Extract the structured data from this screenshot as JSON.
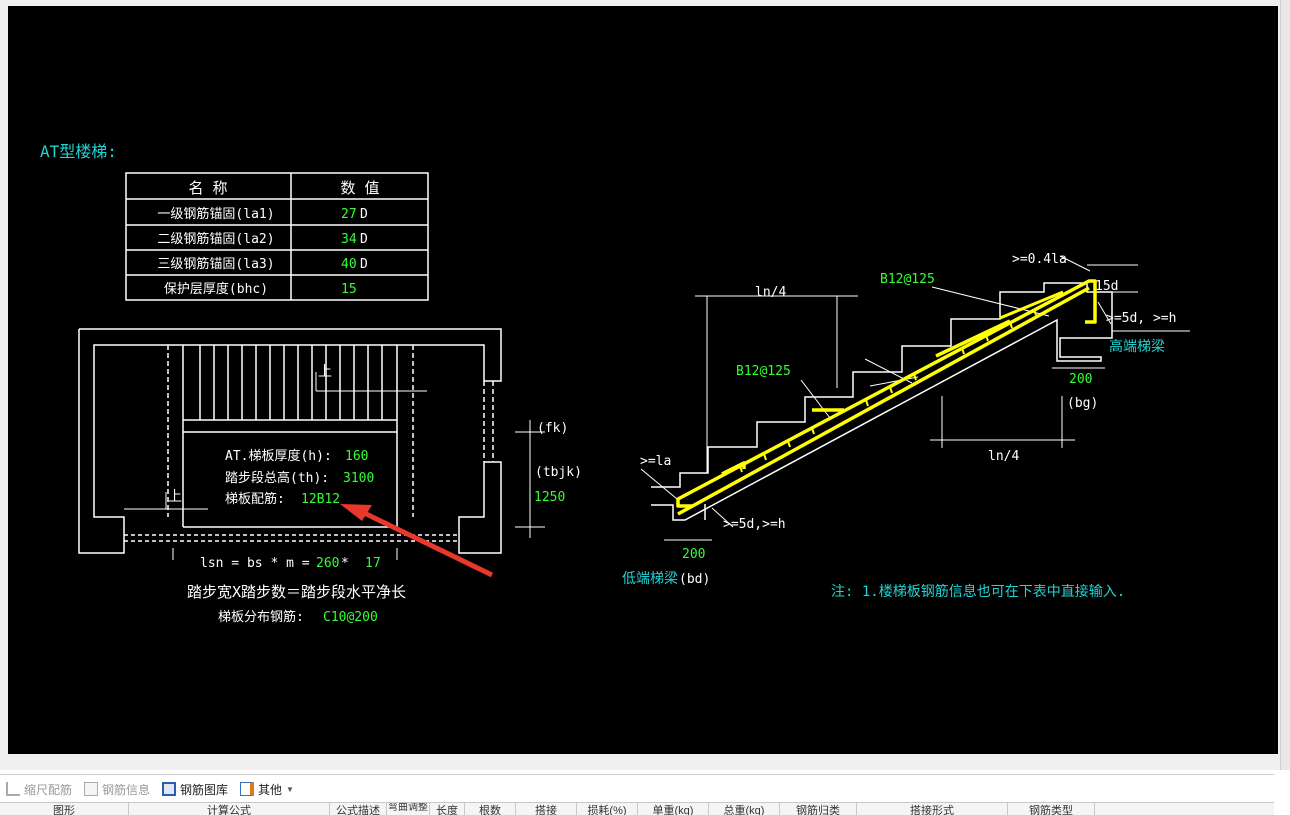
{
  "drawing": {
    "title": "AT型楼梯:",
    "param_table": {
      "headers": [
        "名  称",
        "数  值"
      ],
      "rows": [
        {
          "name": "一级钢筋锚固(la1)",
          "value": "27",
          "unit": "D"
        },
        {
          "name": "二级钢筋锚固(la2)",
          "value": "34",
          "unit": "D"
        },
        {
          "name": "三级钢筋锚固(la3)",
          "value": "40",
          "unit": "D"
        },
        {
          "name": "保护层厚度(bhc)",
          "value": "15",
          "unit": ""
        }
      ]
    },
    "plan": {
      "up_label_1": "上",
      "up_label_2": "上",
      "thickness_label": "AT.梯板厚度(h):",
      "thickness_value": "160",
      "height_label": "踏步段总高(th):",
      "height_value": "3100",
      "rebar_label": "梯板配筋:",
      "rebar_value": "12B12",
      "fk_label": "(fk)",
      "tbjk_label": "(tbjk)",
      "tbjk_value": "1250",
      "lsn_prefix": "lsn = bs * m = ",
      "lsn_bs": "260",
      "lsn_mult": " * ",
      "lsn_m": "17",
      "formula_note": "踏步宽X踏步数＝踏步段水平净长",
      "dist_label": "梯板分布钢筋:",
      "dist_value": "C10@200"
    },
    "section": {
      "ln4_top": "ln/4",
      "ln4_bottom": "ln/4",
      "rebar_top": "B12@125",
      "rebar_mid": "B12@125",
      "anchor_top": ">=0.4la",
      "hook_15d": "15d",
      "right_5d": ">=5d, >=h",
      "high_beam": "高端梯梁",
      "right_200": "200",
      "bg_label": "(bg)",
      "left_la": ">=la",
      "left_5d": ">=5d,>=h",
      "left_200": "200",
      "low_beam": "低端梯梁",
      "bd_label": "(bd)",
      "note": "注: 1.楼梯板钢筋信息也可在下表中直接输入."
    }
  },
  "toolbar": {
    "buttons": [
      {
        "label": "缩尺配筋",
        "icon": "scale-rebar-icon",
        "enabled": false
      },
      {
        "label": "钢筋信息",
        "icon": "rebar-info-icon",
        "enabled": false
      },
      {
        "label": "钢筋图库",
        "icon": "rebar-library-icon",
        "enabled": true
      },
      {
        "label": "其他",
        "icon": "other-icon",
        "enabled": true
      }
    ]
  },
  "table": {
    "columns": [
      "图形",
      "计算公式",
      "公式描述",
      "弯曲调整",
      "长度",
      "根数",
      "搭接",
      "损耗(%)",
      "单重(kg)",
      "总重(kg)",
      "钢筋归类",
      "搭接形式",
      "钢筋类型"
    ]
  },
  "colors": {
    "background": "#000000",
    "line": "#ffffff",
    "value": "#33ff33",
    "label": "#22d3d3",
    "rebar": "#ffff00",
    "arrow": "#e8382b"
  }
}
